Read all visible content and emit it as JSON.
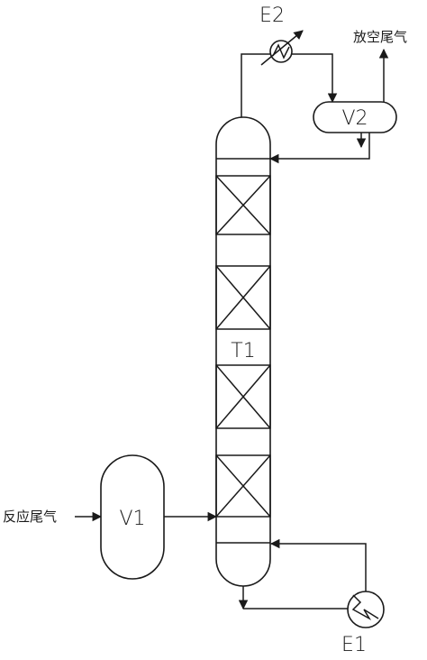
{
  "equipment": {
    "column": "T1",
    "feed_drum": "V1",
    "reflux_drum": "V2",
    "condenser": "E2",
    "reboiler": "E1"
  },
  "streams": {
    "feed": "反应尾气",
    "vent": "放空尾气"
  },
  "colors": {
    "line": "#1a1a1a",
    "background": "#ffffff"
  }
}
